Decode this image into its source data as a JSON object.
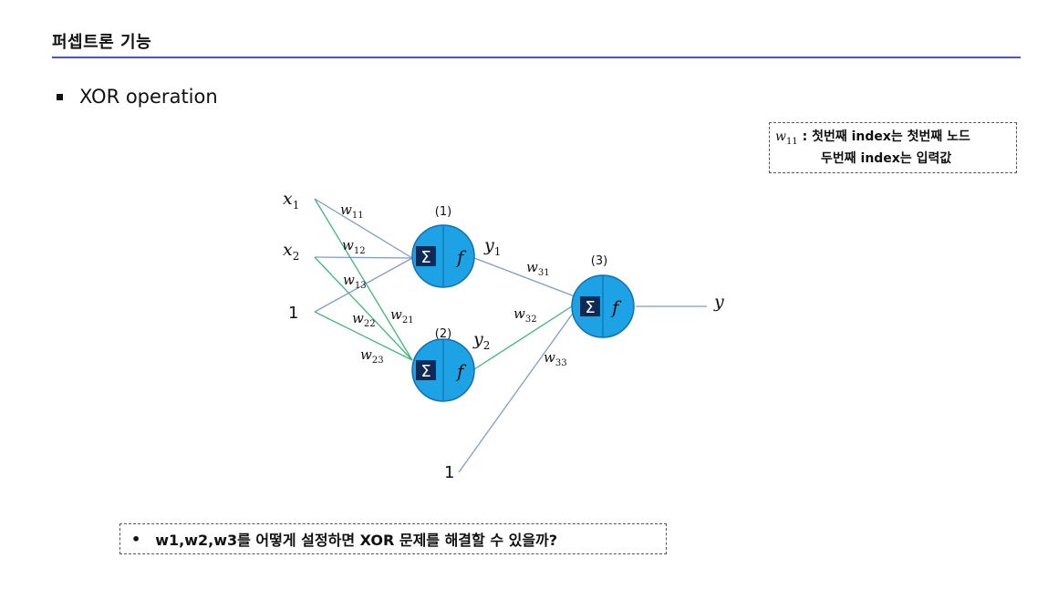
{
  "header": {
    "title": "퍼셉트론 기능",
    "rule_color": "#4a55c0"
  },
  "bullet": {
    "text": "XOR operation"
  },
  "note": {
    "symbol": "w",
    "symbol_sub": "11",
    "line1": " : 첫번째 index는 첫번째 노드",
    "line2": "두번째 index는 입력값"
  },
  "question": {
    "bullet": "•",
    "text": "w1,w2,w3를 어떻게 설정하면 XOR 문제를 해결할 수 있을까?"
  },
  "diagram": {
    "colors": {
      "node_fill": "#1ea2e6",
      "node_stroke": "#1270b0",
      "sigma_box": "#0f2a55",
      "line_blue": "#7f9ccc",
      "line_green": "#3cb878"
    },
    "inputs": [
      {
        "label": "x",
        "sub": "1"
      },
      {
        "label": "x",
        "sub": "2"
      },
      {
        "label": "1",
        "sub": ""
      }
    ],
    "bias_bottom": "1",
    "nodes": [
      {
        "id": "(1)",
        "sigma": "Σ",
        "f": "f"
      },
      {
        "id": "(2)",
        "sigma": "Σ",
        "f": "f"
      },
      {
        "id": "(3)",
        "sigma": "Σ",
        "f": "f"
      }
    ],
    "weights": {
      "w11": {
        "w": "w",
        "sub": "11"
      },
      "w12": {
        "w": "w",
        "sub": "12"
      },
      "w13": {
        "w": "w",
        "sub": "13"
      },
      "w21": {
        "w": "w",
        "sub": "21"
      },
      "w22": {
        "w": "w",
        "sub": "22"
      },
      "w23": {
        "w": "w",
        "sub": "23"
      },
      "w31": {
        "w": "w",
        "sub": "31"
      },
      "w32": {
        "w": "w",
        "sub": "32"
      },
      "w33": {
        "w": "w",
        "sub": "33"
      }
    },
    "hidden_outputs": [
      {
        "label": "y",
        "sub": "1"
      },
      {
        "label": "y",
        "sub": "2"
      }
    ],
    "output": {
      "label": "y"
    }
  }
}
